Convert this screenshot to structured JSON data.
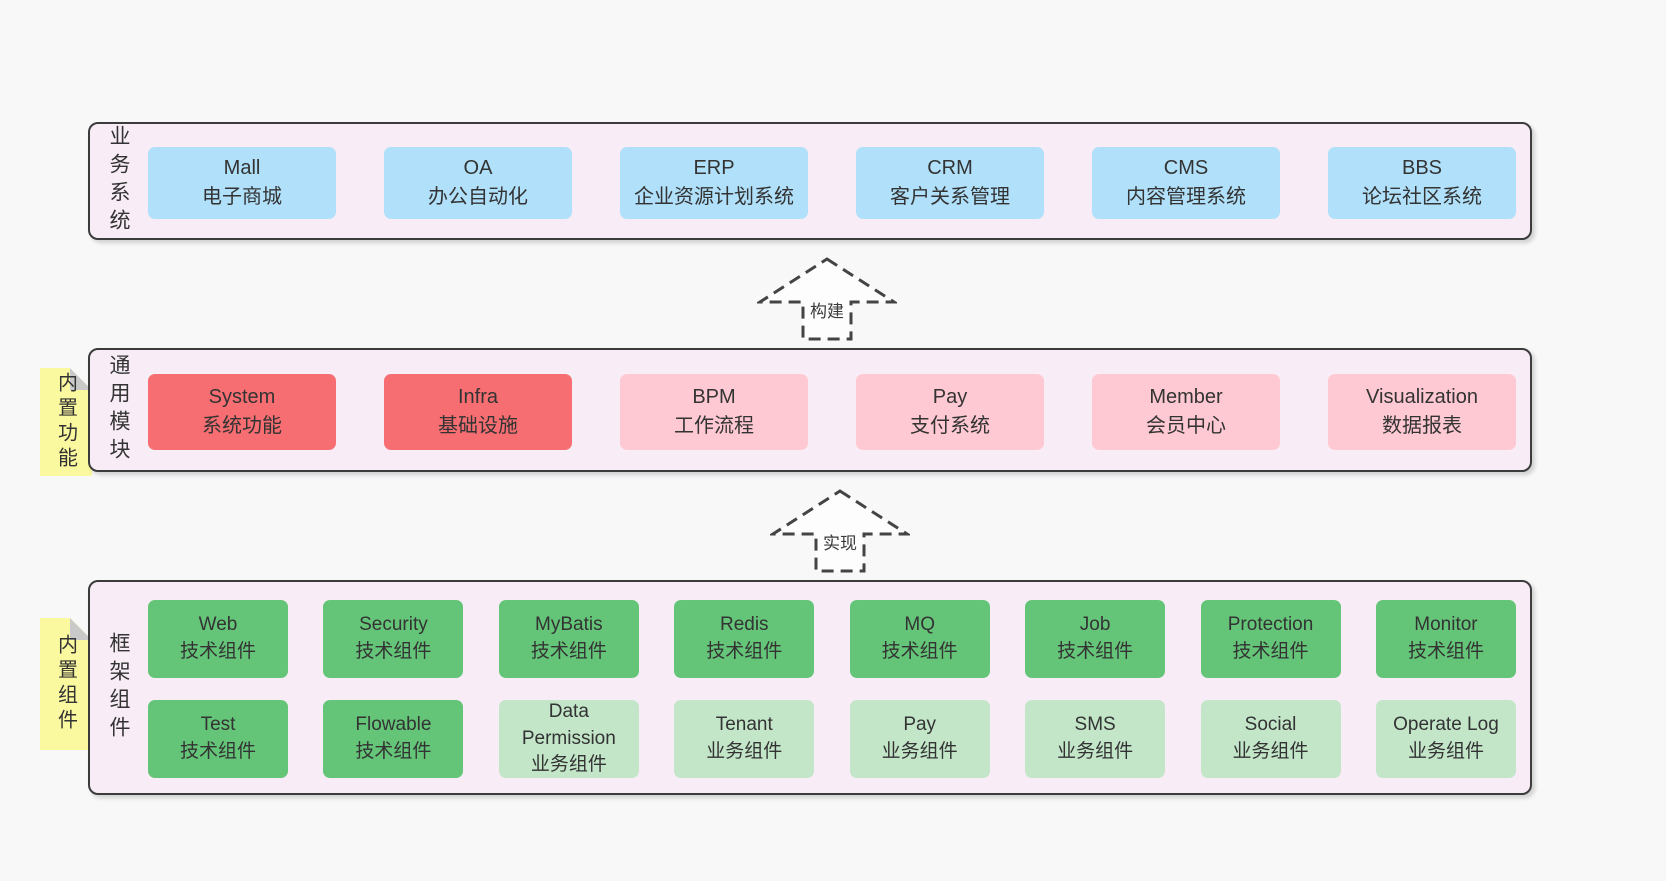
{
  "page": {
    "background": "#f8f8f8"
  },
  "colors": {
    "panel_bg": "#f8edf6",
    "panel_border": "#3c3c3c",
    "blue": "#b0e0fa",
    "red": "#f76e72",
    "pink": "#fec9d3",
    "green": "#64c578",
    "light_green": "#c3e6c9",
    "sticky_yellow": "#fbf99f",
    "text": "#333333"
  },
  "arrows": [
    {
      "label": "构建"
    },
    {
      "label": "实现"
    }
  ],
  "sections": [
    {
      "label": "业务系统",
      "boxes": [
        {
          "title": "Mall",
          "subtitle": "电子商城",
          "color": "blue"
        },
        {
          "title": "OA",
          "subtitle": "办公自动化",
          "color": "blue"
        },
        {
          "title": "ERP",
          "subtitle": "企业资源计划系统",
          "color": "blue"
        },
        {
          "title": "CRM",
          "subtitle": "客户关系管理",
          "color": "blue"
        },
        {
          "title": "CMS",
          "subtitle": "内容管理系统",
          "color": "blue"
        },
        {
          "title": "BBS",
          "subtitle": "论坛社区系统",
          "color": "blue"
        }
      ]
    },
    {
      "label": "通用模块",
      "sticky": "内置功能",
      "boxes": [
        {
          "title": "System",
          "subtitle": "系统功能",
          "color": "red"
        },
        {
          "title": "Infra",
          "subtitle": "基础设施",
          "color": "red"
        },
        {
          "title": "BPM",
          "subtitle": "工作流程",
          "color": "pink"
        },
        {
          "title": "Pay",
          "subtitle": "支付系统",
          "color": "pink"
        },
        {
          "title": "Member",
          "subtitle": "会员中心",
          "color": "pink"
        },
        {
          "title": "Visualization",
          "subtitle": "数据报表",
          "color": "pink"
        }
      ]
    },
    {
      "label": "框架组件",
      "sticky": "内置组件",
      "rows": [
        [
          {
            "title": "Web",
            "subtitle": "技术组件",
            "color": "green"
          },
          {
            "title": "Security",
            "subtitle": "技术组件",
            "color": "green"
          },
          {
            "title": "MyBatis",
            "subtitle": "技术组件",
            "color": "green"
          },
          {
            "title": "Redis",
            "subtitle": "技术组件",
            "color": "green"
          },
          {
            "title": "MQ",
            "subtitle": "技术组件",
            "color": "green"
          },
          {
            "title": "Job",
            "subtitle": "技术组件",
            "color": "green"
          },
          {
            "title": "Protection",
            "subtitle": "技术组件",
            "color": "green"
          },
          {
            "title": "Monitor",
            "subtitle": "技术组件",
            "color": "green"
          }
        ],
        [
          {
            "title": "Test",
            "subtitle": "技术组件",
            "color": "green"
          },
          {
            "title": "Flowable",
            "subtitle": "技术组件",
            "color": "green"
          },
          {
            "title": "Data Permission",
            "subtitle": "业务组件",
            "color": "light_green"
          },
          {
            "title": "Tenant",
            "subtitle": "业务组件",
            "color": "light_green"
          },
          {
            "title": "Pay",
            "subtitle": "业务组件",
            "color": "light_green"
          },
          {
            "title": "SMS",
            "subtitle": "业务组件",
            "color": "light_green"
          },
          {
            "title": "Social",
            "subtitle": "业务组件",
            "color": "light_green"
          },
          {
            "title": "Operate Log",
            "subtitle": "业务组件",
            "color": "light_green"
          }
        ]
      ]
    }
  ]
}
